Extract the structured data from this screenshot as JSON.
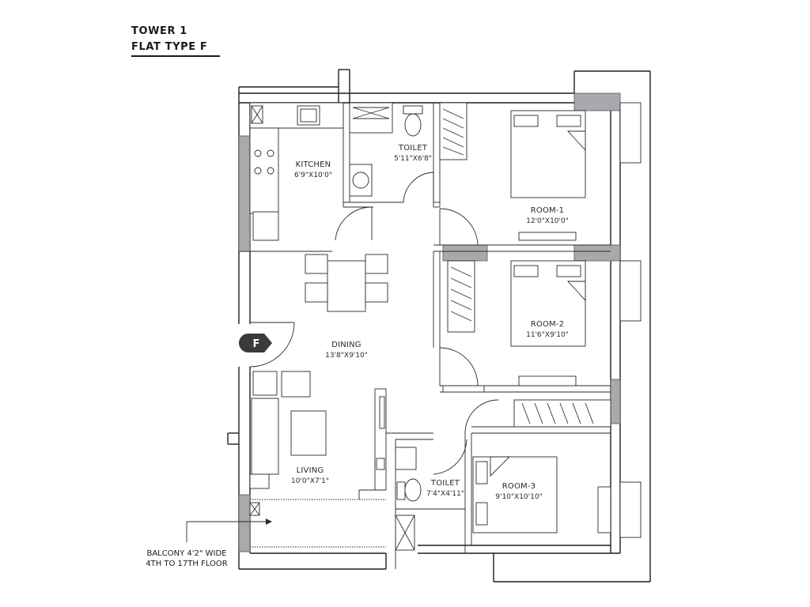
{
  "header": {
    "tower": "TOWER 1",
    "flat_type": "FLAT TYPE F"
  },
  "marker": {
    "letter": "F"
  },
  "rooms": {
    "kitchen": {
      "name": "KITCHEN",
      "size": "6'9\"X10'0\""
    },
    "toilet_1": {
      "name": "TOILET",
      "size": "5'11\"X6'8\""
    },
    "room_1": {
      "name": "ROOM-1",
      "size": "12'0\"X10'0\""
    },
    "room_2": {
      "name": "ROOM-2",
      "size": "11'6\"X9'10\""
    },
    "dining": {
      "name": "DINING",
      "size": "13'8\"X9'10\""
    },
    "living": {
      "name": "LIVING",
      "size": "10'0\"X7'1\""
    },
    "toilet_2": {
      "name": "TOILET",
      "size": "7'4\"X4'11\""
    },
    "room_3": {
      "name": "ROOM-3",
      "size": "9'10\"X10'10\""
    }
  },
  "balcony_note": {
    "line1": "BALCONY 4'2\" WIDE",
    "line2": "4TH TO 17TH FLOOR"
  }
}
